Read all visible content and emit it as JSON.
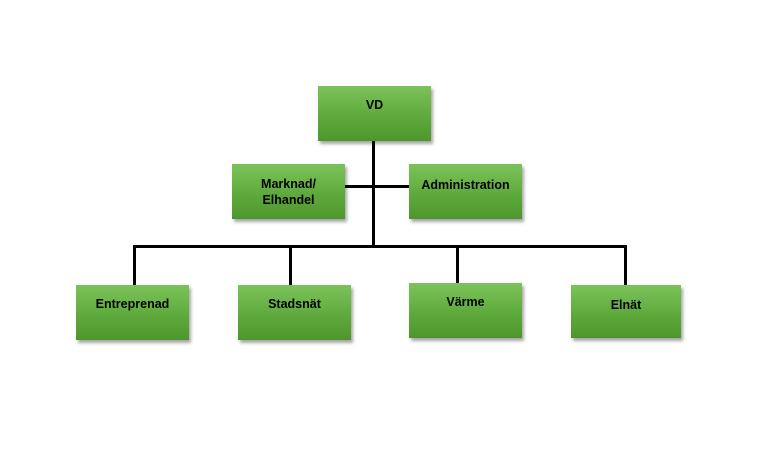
{
  "org_chart": {
    "top": {
      "label": "VD"
    },
    "staff": [
      {
        "label": "Marknad/\nElhandel"
      },
      {
        "label": "Administration"
      }
    ],
    "units": [
      {
        "label": "Entreprenad"
      },
      {
        "label": "Stadsnät"
      },
      {
        "label": "Värme"
      },
      {
        "label": "Elnät"
      }
    ],
    "colors": {
      "box_fill": "#5faa3c",
      "connector": "#000000"
    }
  }
}
